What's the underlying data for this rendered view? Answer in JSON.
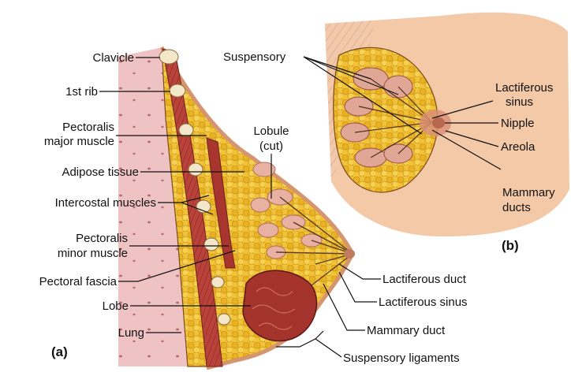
{
  "labels_a": {
    "clavicle": "Clavicle",
    "first_rib": "1st rib",
    "pectoralis_major_1": "Pectoralis",
    "pectoralis_major_2": "major muscle",
    "adipose": "Adipose tissue",
    "intercostal": "Intercostal muscles",
    "pectoralis_minor_1": "Pectoralis",
    "pectoralis_minor_2": "minor muscle",
    "pectoral_fascia": "Pectoral fascia",
    "lobe": "Lobe",
    "lung": "Lung",
    "lobule_1": "Lobule",
    "lobule_2": "(cut)",
    "lactiferous_duct": "Lactiferous duct",
    "lactiferous_sinus": "Lactiferous sinus",
    "mammary_duct": "Mammary duct",
    "suspensory_ligaments": "Suspensory ligaments",
    "panel": "(a)"
  },
  "labels_b": {
    "suspensory": "Suspensory",
    "lactiferous_sinus_1": "Lactiferous",
    "lactiferous_sinus_2": "sinus",
    "nipple": "Nipple",
    "areola": "Areola",
    "mammary_ducts_1": "Mammary",
    "mammary_ducts_2": "ducts",
    "panel": "(b)"
  },
  "colors": {
    "skin": "#f2c7a6",
    "muscle": "#b8403a",
    "adipose": "#f2c23a",
    "lung": "#efc2c4",
    "lobe": "#9e2f2a",
    "lobule": "#e8b3a6"
  }
}
